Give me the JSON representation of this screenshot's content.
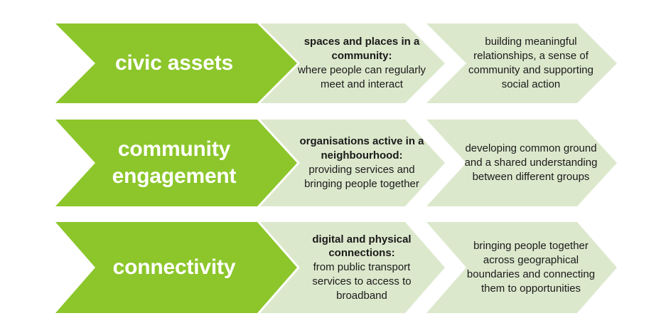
{
  "colors": {
    "primary_green": "#8CC62B",
    "light_green": "#DCE8CC",
    "background": "#FFFFFF",
    "primary_text": "#FFFFFF",
    "body_text": "#1A1A1A"
  },
  "diagram": {
    "type": "chevron-process-rows",
    "columns": 3,
    "rows": [
      {
        "id": "civic-assets",
        "primary": {
          "title": "civic assets"
        },
        "secondary": {
          "lead": "spaces and places in a community:",
          "body": "where people can regularly meet and interact"
        },
        "tertiary": {
          "body": "building meaningful relationships, a sense of community and supporting social action"
        }
      },
      {
        "id": "community-engagement",
        "primary": {
          "title": "community engagement"
        },
        "secondary": {
          "lead": "organisations active in a neighbourhood:",
          "body": "providing services and bringing people together"
        },
        "tertiary": {
          "body": "developing common ground and a shared understanding between different groups"
        }
      },
      {
        "id": "connectivity",
        "primary": {
          "title": "connectivity"
        },
        "secondary": {
          "lead": "digital and physical connections:",
          "body": "from public transport services to access to broadband"
        },
        "tertiary": {
          "body": "bringing people together across geographical boundaries and connecting them to opportunities"
        }
      }
    ]
  }
}
